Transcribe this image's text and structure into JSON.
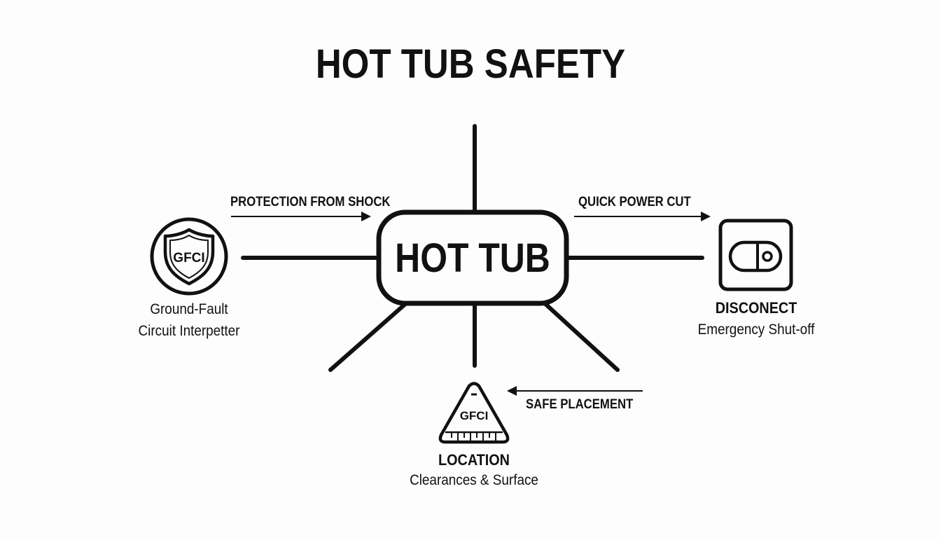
{
  "title": "HOT TUB SAFETY",
  "hub": {
    "label": "HOT TUB"
  },
  "connectors": {
    "left": "PROTECTION FROM SHOCK",
    "right": "QUICK POWER CUT",
    "bottom": "SAFE PLACEMENT"
  },
  "nodes": {
    "gfci": {
      "icon": "shield-icon",
      "icon_text": "GFCI",
      "line1": "Ground-Fault",
      "line2": "Circuit Interpetter"
    },
    "disconnect": {
      "icon": "toggle-switch-icon",
      "title": "DISCONECT",
      "subtitle": "Emergency Shut-off"
    },
    "location": {
      "icon": "warning-triangle-icon",
      "icon_text": "GFCI",
      "title": "LOCATION",
      "subtitle": "Clearances & Surface"
    }
  }
}
